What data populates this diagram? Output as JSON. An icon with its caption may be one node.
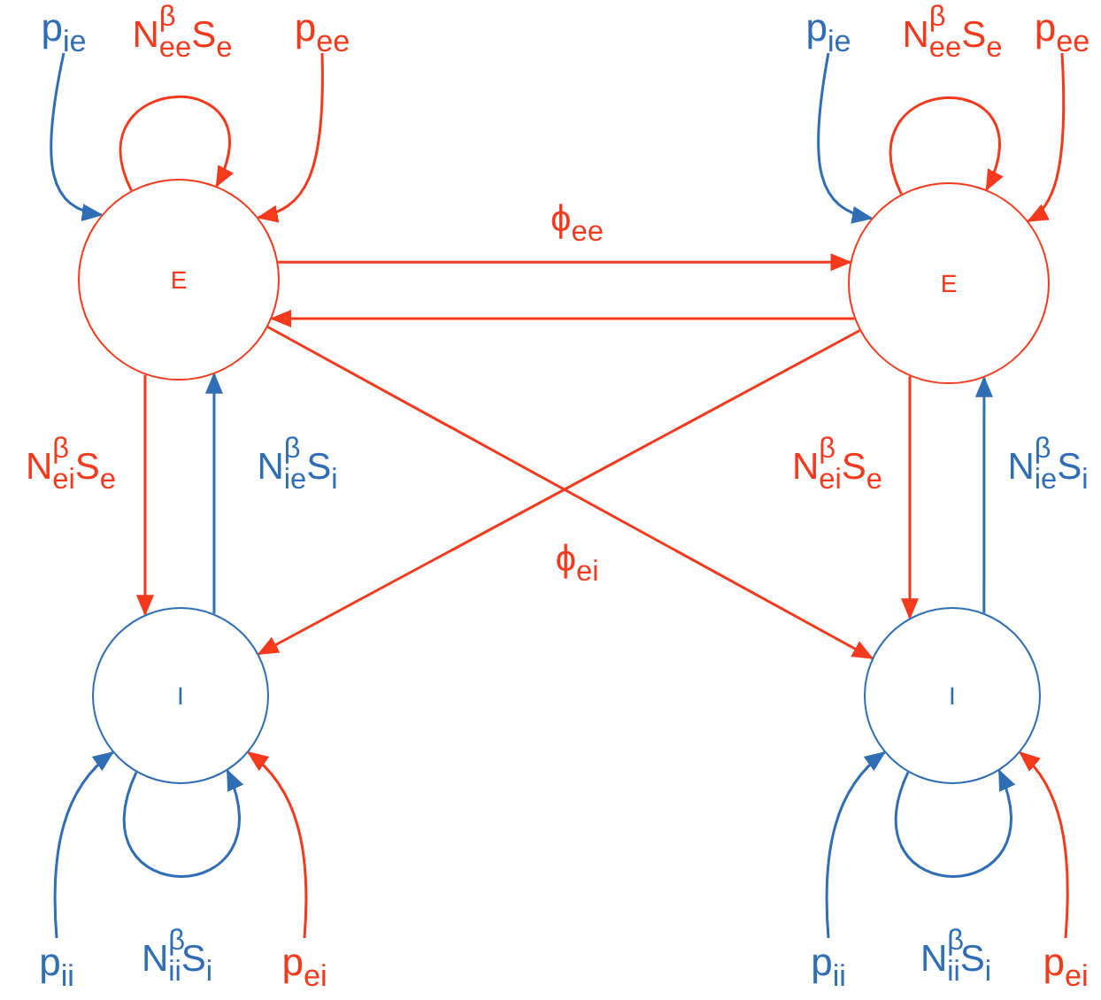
{
  "diagram": {
    "nodes": [
      {
        "text": [
          "E"
        ]
      },
      {
        "text": [
          "E"
        ]
      },
      {
        "text": [
          "I"
        ]
      },
      {
        "text": [
          "I"
        ]
      },
      {
        "text": [
          "p$_{ie}$"
        ]
      },
      {
        "text": [
          "p$_{ee}$"
        ]
      },
      {
        "text": [
          "p$_{ie}$"
        ]
      },
      {
        "text": [
          "p$_{ee}$"
        ]
      },
      {
        "text": [
          "p$_{ii}$"
        ]
      },
      {
        "text": [
          "p$_{ei}$"
        ]
      },
      {
        "text": [
          "p$_{ii}$"
        ]
      },
      {
        "text": [
          "p$_{ei}$"
        ]
      }
    ],
    "edges": [
      {
        "from": 4,
        "to": 0,
        "arrow": "to",
        "color": "#2f6db5"
      },
      {
        "from": 0,
        "to": 0,
        "arrow": "to",
        "label": "N$^{β}$$_{ee}$S$_{e}$"
      },
      {
        "from": 5,
        "to": 0,
        "arrow": "to"
      },
      {
        "from": 6,
        "to": 1,
        "arrow": "to",
        "color": "#2f6db5"
      },
      {
        "from": 1,
        "to": 1,
        "arrow": "to",
        "label": "N$^{β}$$_{ee}$S$_{e}$"
      },
      {
        "from": 7,
        "to": 1,
        "arrow": "to"
      },
      {
        "from": 0,
        "to": 1,
        "arrow": "to",
        "label": "ϕ$_{ee}$"
      },
      {
        "from": 1,
        "to": 0,
        "arrow": "to"
      },
      {
        "from": 0,
        "to": 2,
        "arrow": "to",
        "label": "N$^{β}$$_{ei}$S$_{e}$"
      },
      {
        "from": 2,
        "to": 0,
        "arrow": "to",
        "label": "N$^{β}$$_{ie}$S$_{i}$",
        "color": "#2f6db5"
      },
      {
        "from": 1,
        "to": 3,
        "arrow": "to",
        "label": "N$^{β}$$_{ei}$S$_{e}$"
      },
      {
        "from": 3,
        "to": 1,
        "arrow": "to",
        "label": "N$^{β}$$_{ie}$S$_{i}$",
        "color": "#2f6db5"
      },
      {
        "from": 0,
        "to": 3,
        "arrow": "to",
        "label": "ϕ$_{ei}$"
      },
      {
        "from": 1,
        "to": 2,
        "arrow": "to"
      },
      {
        "from": 8,
        "to": 2,
        "arrow": "to",
        "color": "#2f6db5"
      },
      {
        "from": 2,
        "to": 2,
        "arrow": "to",
        "label": "N$^{β}$$_{ii}$S$_{i}$",
        "color": "#2f6db5"
      },
      {
        "from": 9,
        "to": 2,
        "arrow": "to"
      },
      {
        "from": 10,
        "to": 3,
        "arrow": "to",
        "color": "#2f6db5"
      },
      {
        "from": 3,
        "to": 3,
        "arrow": "to",
        "label": "N$^{β}$$_{ii}$S$_{i}$",
        "color": "#2f6db5"
      },
      {
        "from": 11,
        "to": 3,
        "arrow": "to"
      }
    ]
  }
}
